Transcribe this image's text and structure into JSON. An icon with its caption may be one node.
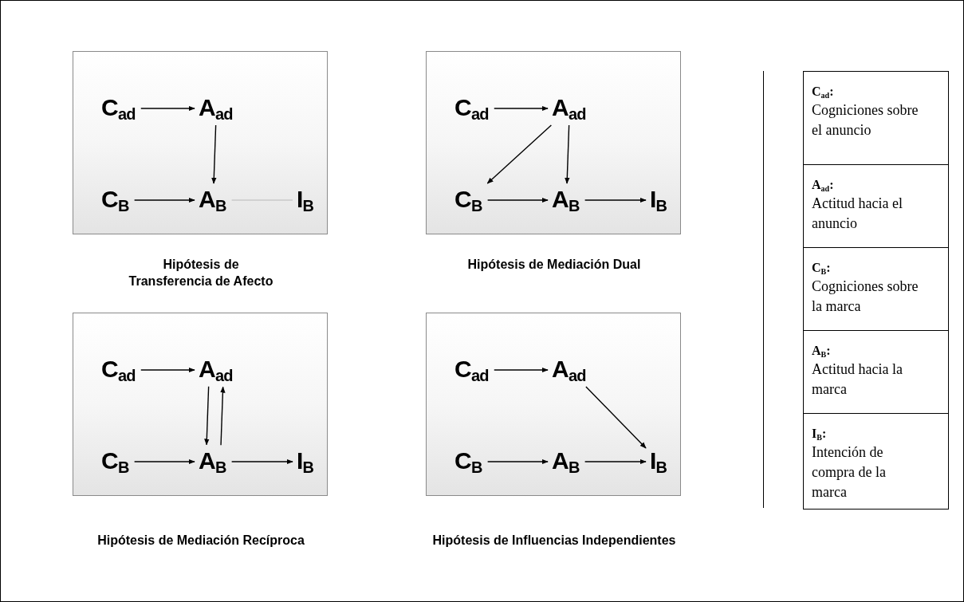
{
  "diagram": {
    "nodes": [
      {
        "text": [
          "Hipótesis de Transferencia de Afecto"
        ]
      },
      {
        "text": [
          "C$_{ad}$"
        ],
        "in": 0
      },
      {
        "text": [
          "A$_{ad}$"
        ],
        "in": 0
      },
      {
        "text": [
          "C$_{B}$"
        ],
        "in": 0
      },
      {
        "text": [
          "A$_{B}$"
        ],
        "in": 0
      },
      {
        "text": [
          "I$_{B}$"
        ],
        "in": 0
      },
      {
        "text": [
          "Hipótesis de Mediación Dual"
        ]
      },
      {
        "text": [
          "C$_{ad}$"
        ],
        "in": 6
      },
      {
        "text": [
          "A$_{ad}$"
        ],
        "in": 6
      },
      {
        "text": [
          "C$_{B}$"
        ],
        "in": 6
      },
      {
        "text": [
          "A$_{B}$"
        ],
        "in": 6
      },
      {
        "text": [
          "I$_{B}$"
        ],
        "in": 6
      },
      {
        "text": [
          "Hipótesis de Mediación Recíproca"
        ]
      },
      {
        "text": [
          "C$_{ad}$"
        ],
        "in": 12
      },
      {
        "text": [
          "A$_{ad}$"
        ],
        "in": 12
      },
      {
        "text": [
          "C$_{B}$"
        ],
        "in": 12
      },
      {
        "text": [
          "A$_{B}$"
        ],
        "in": 12
      },
      {
        "text": [
          "I$_{B}$"
        ],
        "in": 12
      },
      {
        "text": [
          "Hipótesis de Influencias Independientes"
        ]
      },
      {
        "text": [
          "C$_{ad}$"
        ],
        "in": 18
      },
      {
        "text": [
          "A$_{ad}$"
        ],
        "in": 18
      },
      {
        "text": [
          "C$_{B}$"
        ],
        "in": 18
      },
      {
        "text": [
          "A$_{B}$"
        ],
        "in": 18
      },
      {
        "text": [
          "I$_{B}$"
        ],
        "in": 18
      },
      {
        "text": [],
        "shape": "box"
      },
      {
        "text": [
          "C$_{ad}$:",
          "Cogniciones sobre el anuncio"
        ],
        "in": 24
      },
      {
        "text": [
          "A$_{ad}$:",
          "Actitud hacia el anuncio"
        ],
        "in": 24
      },
      {
        "text": [
          "C$_{B}$:",
          "Cogniciones sobre la marca"
        ],
        "in": 24
      },
      {
        "text": [
          "A$_{B}$:",
          "Actitud hacia la marca"
        ],
        "in": 24
      },
      {
        "text": [
          "I$_{B}$:",
          "Intención de compra de la marca"
        ],
        "in": 24
      }
    ],
    "edges": [
      {
        "from": 1,
        "to": 2,
        "arrow": "to"
      },
      {
        "from": 2,
        "to": 4,
        "arrow": "to"
      },
      {
        "from": 3,
        "to": 4,
        "arrow": "to"
      },
      {
        "from": 4,
        "to": 5,
        "arrow": "none",
        "color": "#c8c8c8"
      },
      {
        "from": 7,
        "to": 8,
        "arrow": "to"
      },
      {
        "from": 8,
        "to": 9,
        "arrow": "to"
      },
      {
        "from": 8,
        "to": 10,
        "arrow": "to"
      },
      {
        "from": 9,
        "to": 10,
        "arrow": "to"
      },
      {
        "from": 10,
        "to": 11,
        "arrow": "to"
      },
      {
        "from": 13,
        "to": 14,
        "arrow": "to"
      },
      {
        "from": 14,
        "to": 16,
        "arrow": "to"
      },
      {
        "from": 16,
        "to": 14,
        "arrow": "to"
      },
      {
        "from": 15,
        "to": 16,
        "arrow": "to"
      },
      {
        "from": 16,
        "to": 17,
        "arrow": "to"
      },
      {
        "from": 19,
        "to": 20,
        "arrow": "to"
      },
      {
        "from": 20,
        "to": 23,
        "arrow": "to"
      },
      {
        "from": 21,
        "to": 22,
        "arrow": "to"
      },
      {
        "from": 22,
        "to": 23,
        "arrow": "to"
      }
    ]
  }
}
